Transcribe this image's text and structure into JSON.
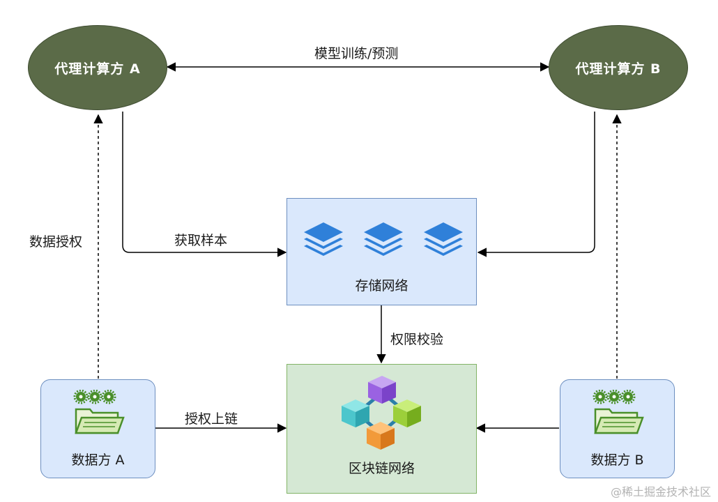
{
  "nodes": {
    "proxy_a": "代理计算方 A",
    "proxy_b": "代理计算方 B",
    "storage": "存储网络",
    "blockchain": "区块链网络",
    "party_a": "数据方 A",
    "party_b": "数据方 B"
  },
  "edges": {
    "train_predict": "模型训练/预测",
    "fetch_samples": "获取样本",
    "data_auth": "数据授权",
    "permission_check": "权限校验",
    "auth_on_chain": "授权上链"
  },
  "icons": {
    "storage": [
      "layers-icon",
      "layers-icon",
      "layers-icon"
    ],
    "blockchain": "cubes-icon",
    "party": "gears-folder-icon"
  },
  "colors": {
    "proxy_fill": "#5b6b48",
    "storage_fill": "#dae8fc",
    "chain_fill": "#d5e8d4",
    "layers_blue": "#2f80d9"
  },
  "watermark": "@稀土掘金技术社区"
}
